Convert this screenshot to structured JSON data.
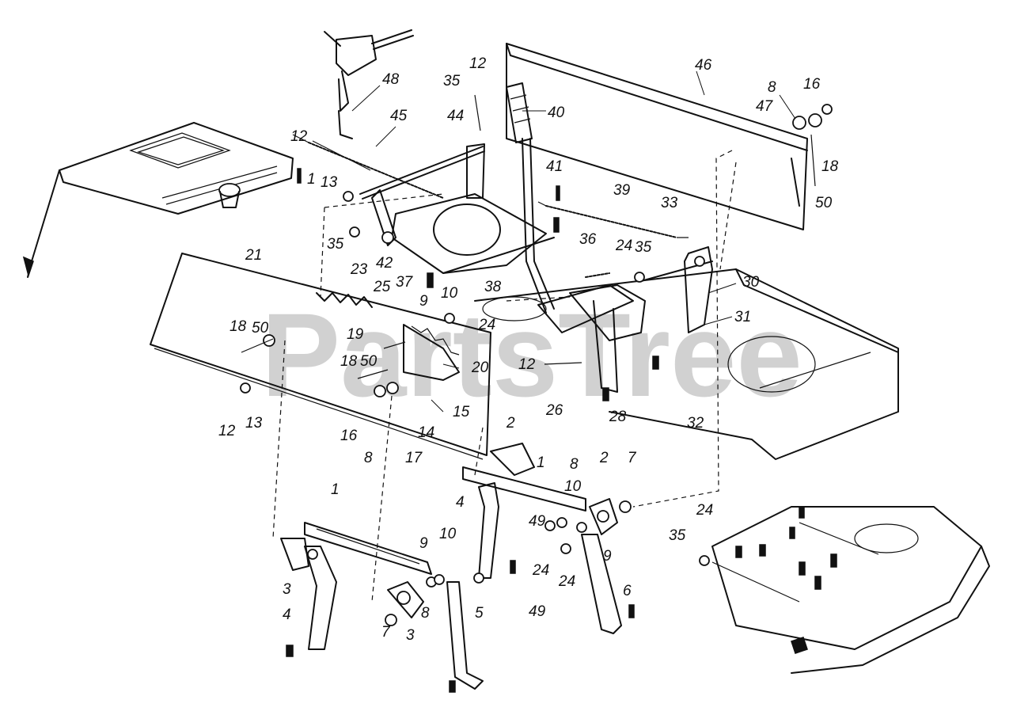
{
  "watermark": "PartsTree",
  "labels": {
    "l1a": "1",
    "l1b": "1",
    "l1c": "1",
    "l2a": "2",
    "l2b": "2",
    "l3a": "3",
    "l3b": "3",
    "l4a": "4",
    "l4b": "4",
    "l5": "5",
    "l6": "6",
    "l7a": "7",
    "l7b": "7",
    "l8a": "8",
    "l8b": "8",
    "l8c": "8",
    "l8d": "8",
    "l9a": "9",
    "l9b": "9",
    "l9c": "9",
    "l10a": "10",
    "l10b": "10",
    "l10c": "10",
    "l12a": "12",
    "l12b": "12",
    "l12c": "12",
    "l12d": "12",
    "l13a": "13",
    "l13b": "13",
    "l14": "14",
    "l15": "15",
    "l16a": "16",
    "l16b": "16",
    "l17": "17",
    "l18a": "18",
    "l18b": "18",
    "l18c": "18",
    "l19": "19",
    "l20": "20",
    "l21": "21",
    "l23": "23",
    "l24a": "24",
    "l24b": "24",
    "l24c": "24",
    "l24d": "24",
    "l24e": "24",
    "l25": "25",
    "l26": "26",
    "l28": "28",
    "l30": "30",
    "l31": "31",
    "l32": "32",
    "l33": "33",
    "l35a": "35",
    "l35b": "35",
    "l35c": "35",
    "l35d": "35",
    "l36": "36",
    "l37": "37",
    "l38": "38",
    "l39": "39",
    "l40": "40",
    "l41": "41",
    "l42": "42",
    "l44": "44",
    "l45": "45",
    "l46": "46",
    "l47": "47",
    "l48": "48",
    "l49a": "49",
    "l49b": "49",
    "l50a": "50",
    "l50b": "50",
    "l50c": "50"
  }
}
